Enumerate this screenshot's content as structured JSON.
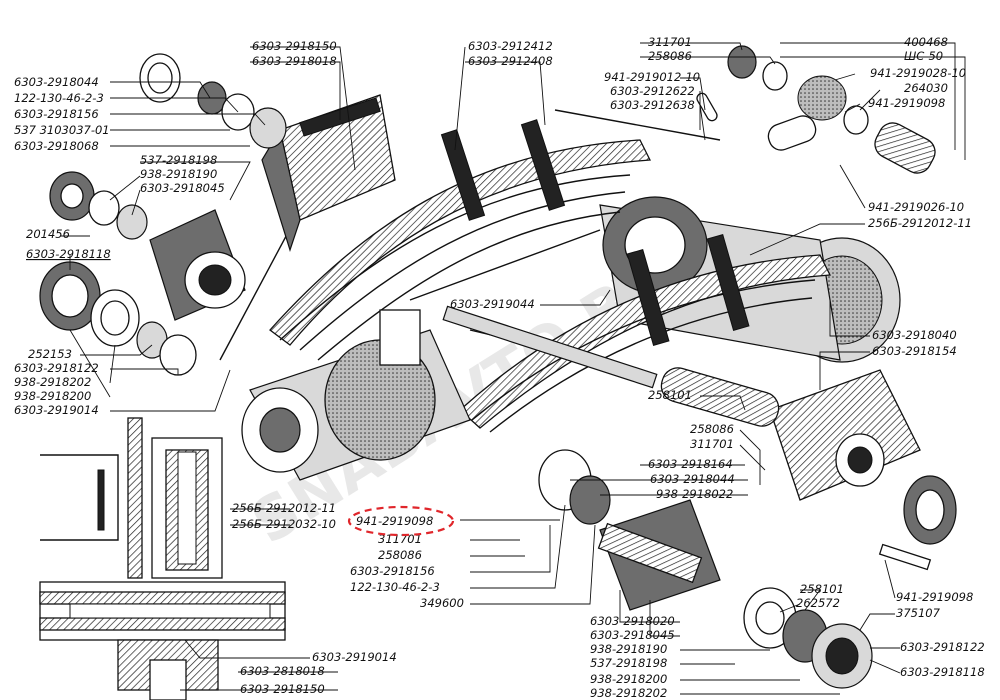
{
  "watermark": "SNABAVTO.BY",
  "callouts": {
    "c01": "6303-2918150",
    "c02": "6303-2918018",
    "c03": "6303-2918044",
    "c04": "122-130-46-2-3",
    "c05": "6303-2918156",
    "c06": "537 3103037-01",
    "c07": "6303-2918068",
    "c08": "537-2918198",
    "c09": "938-2918190",
    "c10": "6303-2918045",
    "c11": "201456",
    "c12": "6303-2918118",
    "c13": "252153",
    "c14": "6303-2918122",
    "c15": "938-2918202",
    "c16": "938-2918200",
    "c17": "6303-2919014",
    "c18": "6303-2912412",
    "c19": "6303-2912408",
    "c20": "311701",
    "c21": "258086",
    "c22": "941-2919012-10",
    "c23": "6303-2912622",
    "c24": "6303-2912638",
    "c25": "400468",
    "c26": "ШС-50",
    "c27": "941-2919028-10",
    "c28": "264030",
    "c29": "941-2919098",
    "c30": "941-2919026-10",
    "c31": "256Б-2912012-11",
    "c32": "6303-2919044",
    "c33": "6303-2918040",
    "c34": "6303-2918154",
    "c35": "258101",
    "c36": "258086",
    "c37": "311701",
    "c38": "6303-2918164",
    "c39": "6303-2918044",
    "c40": "938-2918022",
    "c41": "256Б-2912012-11",
    "c42": "256Б-2912032-10",
    "c43": "941-2919098",
    "c44": "311701",
    "c45": "258086",
    "c46": "6303-2918156",
    "c47": "122-130-46-2-3",
    "c48": "349600",
    "c49": "6303-2918020",
    "c50": "6303-2918045",
    "c51": "938-2918190",
    "c52": "537-2918198",
    "c53": "938-2918200",
    "c54": "938-2918202",
    "c55": "258101",
    "c56": "262572",
    "c57": "941-2919098",
    "c58": "375107",
    "c59": "6303-2918122",
    "c60": "6303-2918118",
    "c61": "6303-2919014",
    "c62": "6303-2818018",
    "c63": "6303-2918150"
  },
  "highlighted_callout": "941-2919098",
  "colors": {
    "ink": "#111111",
    "highlight": "#e0262b",
    "paper": "#ffffff"
  }
}
